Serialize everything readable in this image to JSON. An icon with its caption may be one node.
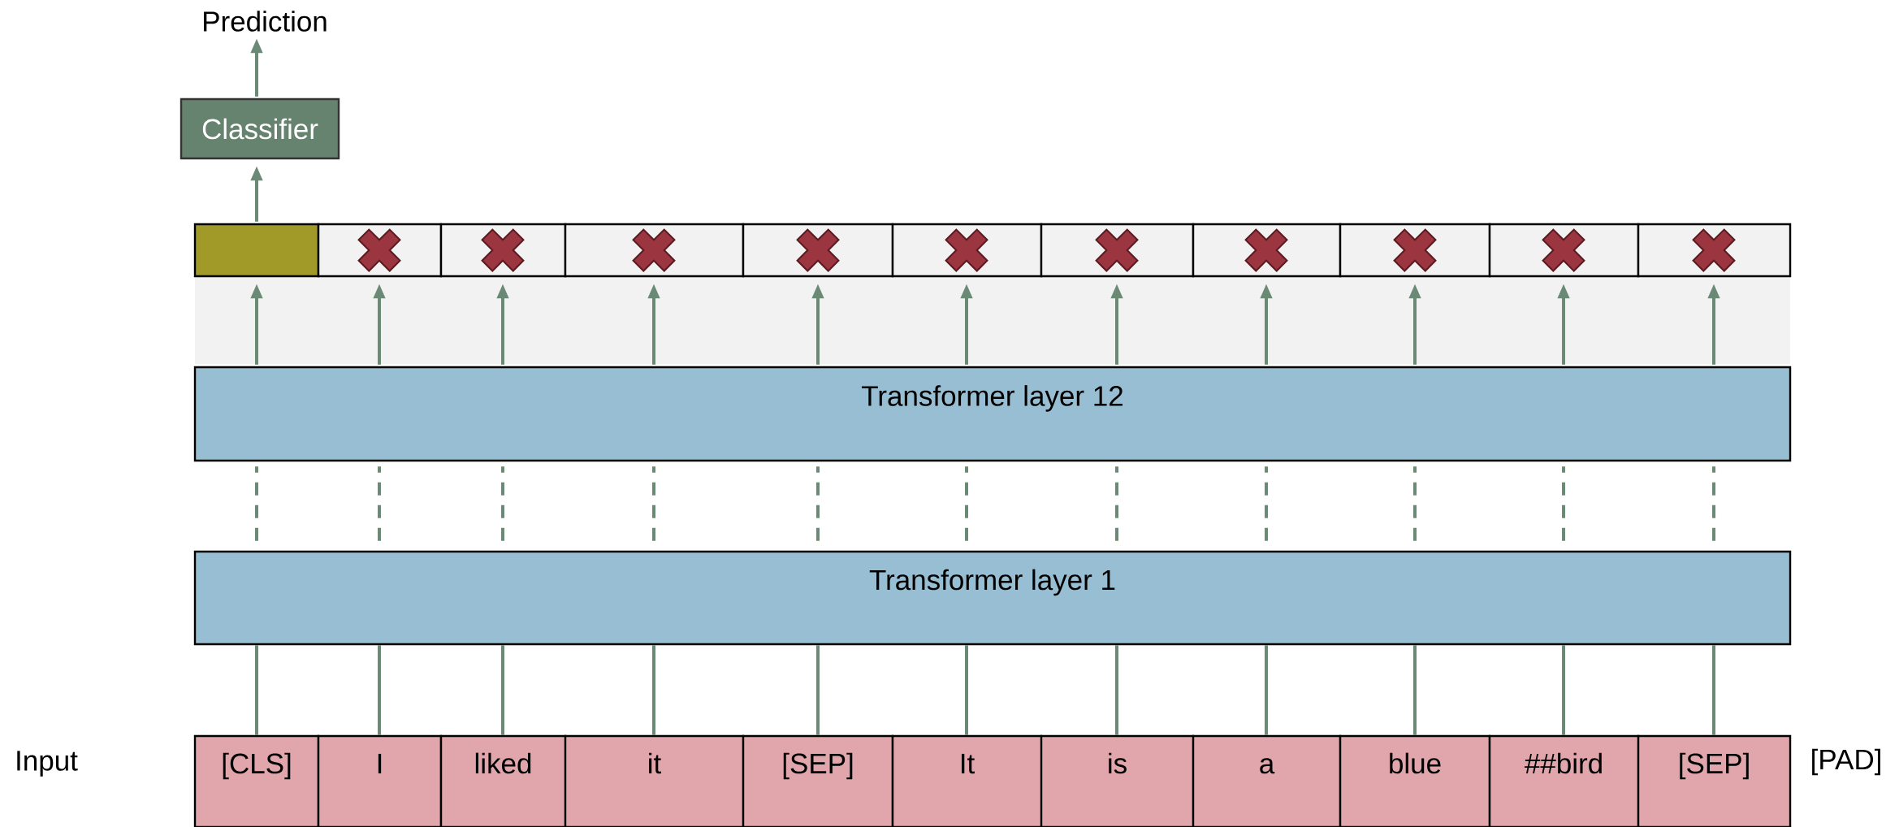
{
  "diagram": {
    "nodes": [
      {
        "text": [
          "Prediction"
        ]
      },
      {
        "text": [
          "Classifier"
        ]
      },
      {
        "text": [],
        "shape": "box"
      },
      {
        "text": [],
        "shape": "box"
      },
      {
        "text": [],
        "shape": "box"
      },
      {
        "text": [],
        "shape": "box"
      },
      {
        "text": [],
        "shape": "box"
      },
      {
        "text": [],
        "shape": "box"
      },
      {
        "text": [],
        "shape": "box"
      },
      {
        "text": [],
        "shape": "box"
      },
      {
        "text": [],
        "shape": "box"
      },
      {
        "text": [],
        "shape": "box"
      },
      {
        "text": [],
        "shape": "box"
      },
      {
        "text": [
          "Transformer layer 12"
        ]
      },
      {
        "text": [
          "Transformer layer 1"
        ]
      },
      {
        "text": [
          "[CLS]"
        ]
      },
      {
        "text": [
          "I"
        ]
      },
      {
        "text": [
          "liked"
        ]
      },
      {
        "text": [
          "it"
        ]
      },
      {
        "text": [
          "[SEP]"
        ]
      },
      {
        "text": [
          "It"
        ]
      },
      {
        "text": [
          "is"
        ]
      },
      {
        "text": [
          "a"
        ]
      },
      {
        "text": [
          "blue"
        ]
      },
      {
        "text": [
          "##bird"
        ]
      },
      {
        "text": [
          "[SEP]"
        ]
      }
    ],
    "edges": [
      {
        "from": 1,
        "to": 0,
        "arrow": "to"
      },
      {
        "from": 2,
        "to": 1,
        "arrow": "to"
      },
      {
        "from": 13,
        "to": 2,
        "arrow": "to"
      },
      {
        "from": 13,
        "to": 3,
        "arrow": "to"
      },
      {
        "from": 13,
        "to": 4,
        "arrow": "to"
      },
      {
        "from": 13,
        "to": 5,
        "arrow": "to"
      },
      {
        "from": 13,
        "to": 6,
        "arrow": "to"
      },
      {
        "from": 13,
        "to": 7,
        "arrow": "to"
      },
      {
        "from": 13,
        "to": 8,
        "arrow": "to"
      },
      {
        "from": 13,
        "to": 9,
        "arrow": "to"
      },
      {
        "from": 13,
        "to": 10,
        "arrow": "to"
      },
      {
        "from": 13,
        "to": 11,
        "arrow": "to"
      },
      {
        "from": 13,
        "to": 12,
        "arrow": "to"
      },
      {
        "from": 14,
        "to": 13,
        "arrow": "none",
        "style": "dashed"
      },
      {
        "from": 14,
        "to": 13,
        "arrow": "none",
        "style": "dashed"
      },
      {
        "from": 14,
        "to": 13,
        "arrow": "none",
        "style": "dashed"
      },
      {
        "from": 14,
        "to": 13,
        "arrow": "none",
        "style": "dashed"
      },
      {
        "from": 14,
        "to": 13,
        "arrow": "none",
        "style": "dashed"
      },
      {
        "from": 14,
        "to": 13,
        "arrow": "none",
        "style": "dashed"
      },
      {
        "from": 14,
        "to": 13,
        "arrow": "none",
        "style": "dashed"
      },
      {
        "from": 14,
        "to": 13,
        "arrow": "none",
        "style": "dashed"
      },
      {
        "from": 14,
        "to": 13,
        "arrow": "none",
        "style": "dashed"
      },
      {
        "from": 14,
        "to": 13,
        "arrow": "none",
        "style": "dashed"
      },
      {
        "from": 14,
        "to": 13,
        "arrow": "none",
        "style": "dashed"
      },
      {
        "from": 15,
        "to": 14,
        "arrow": "none"
      },
      {
        "from": 16,
        "to": 14,
        "arrow": "none"
      },
      {
        "from": 17,
        "to": 14,
        "arrow": "none"
      },
      {
        "from": 18,
        "to": 14,
        "arrow": "none"
      },
      {
        "from": 19,
        "to": 14,
        "arrow": "none"
      },
      {
        "from": 20,
        "to": 14,
        "arrow": "none"
      },
      {
        "from": 21,
        "to": 14,
        "arrow": "none"
      },
      {
        "from": 22,
        "to": 14,
        "arrow": "none"
      },
      {
        "from": 23,
        "to": 14,
        "arrow": "none"
      },
      {
        "from": 24,
        "to": 14,
        "arrow": "none"
      },
      {
        "from": 25,
        "to": 14,
        "arrow": "none"
      }
    ],
    "labels": [
      "Input",
      "[PAD]"
    ]
  }
}
